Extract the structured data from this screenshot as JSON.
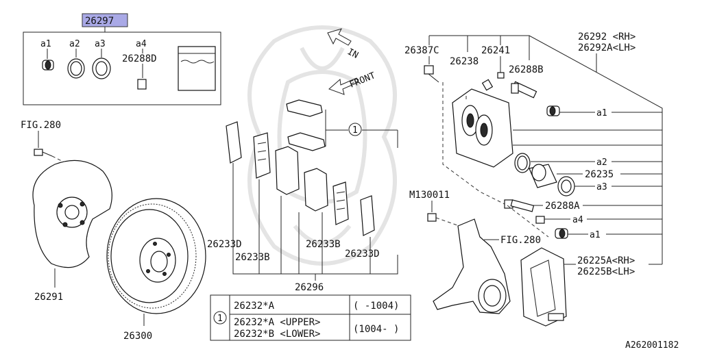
{
  "kit": {
    "part_number": "26297",
    "highlight_color": "#a9a9e6",
    "items": {
      "a1": "a1",
      "a2": "a2",
      "a3": "a3",
      "a4": "a4",
      "pin": "26288D"
    }
  },
  "labels": {
    "fig280_top": "FIG.280",
    "fig280_knuckle": "FIG.280",
    "in": "IN",
    "front": "FRONT",
    "bolt_26387c": "26387C",
    "bleeder_26241": "26241",
    "cap_26238": "26238",
    "pin_26288b": "26288B",
    "caliper_rh": "26292 <RH>",
    "caliper_lh": "26292A<LH>",
    "caliper_a1": "a1",
    "caliper_a2": "a2",
    "piston_26235": "26235",
    "caliper_a3": "a3",
    "pin_26288a": "26288A",
    "caliper_a4": "a4",
    "caliper_a1_lower": "a1",
    "bolt_m130011": "M130011",
    "support_rh": "26225A<RH>",
    "support_lh": "26225B<LH>",
    "pad_group_ref": "1",
    "shim_26233d_left": "26233D",
    "shim_26233b_left": "26233B",
    "shim_26233b_right": "26233B",
    "shim_26233d_right": "26233D",
    "pad_set_26296": "26296",
    "backing_plate_26291": "26291",
    "rotor_26300": "26300",
    "diagram_code": "A262001182"
  },
  "pad_table": {
    "ref": "1",
    "row1": {
      "part": "26232*A",
      "range": "( -1004)"
    },
    "row2": {
      "part_upper": "26232*A <UPPER>",
      "part_lower": "26232*B <LOWER>",
      "range": "(1004- )"
    }
  }
}
